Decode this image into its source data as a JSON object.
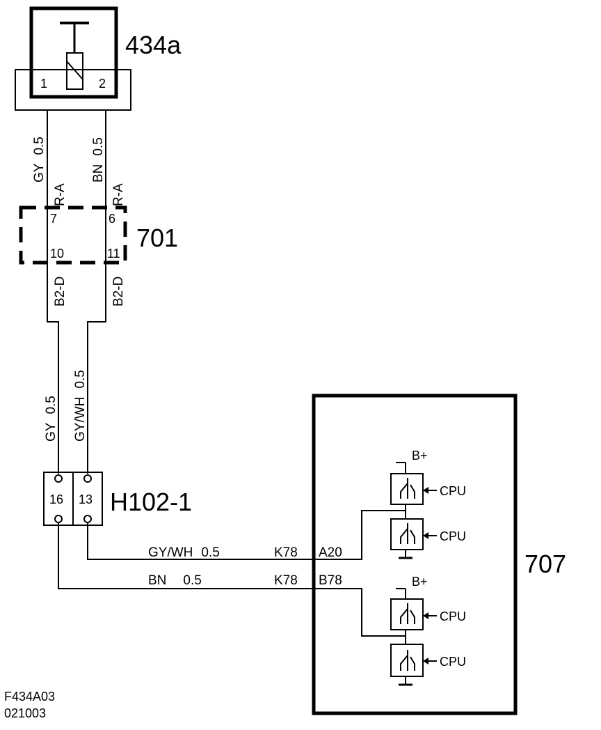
{
  "components": {
    "solenoid": {
      "id": "434a",
      "pin1": "1",
      "pin2": "2"
    },
    "connector701": {
      "id": "701",
      "pin7": "7",
      "pin6": "6",
      "pin10": "10",
      "pin11": "11",
      "top_left": "R-A",
      "top_right": "R-A",
      "bot_left": "B2-D",
      "bot_right": "B2-D"
    },
    "connectorH102": {
      "id": "H102-1",
      "pin16": "16",
      "pin13": "13"
    },
    "module707": {
      "id": "707",
      "bplus_top": "B+",
      "bplus_bottom": "B+",
      "cpu1": "CPU",
      "cpu2": "CPU",
      "cpu3": "CPU",
      "cpu4": "CPU"
    }
  },
  "wires": {
    "w1_color": "GY",
    "w1_size": "0.5",
    "w2_color": "BN",
    "w2_size": "0.5",
    "w3_color": "GY",
    "w3_size": "0.5",
    "w4_color": "GY/WH",
    "w4_size": "0.5",
    "h_top_color": "GY/WH",
    "h_top_size": "0.5",
    "h_top_conn": "K78",
    "h_top_pin": "A20",
    "h_bot_color": "BN",
    "h_bot_size": "0.5",
    "h_bot_conn": "K78",
    "h_bot_pin": "B78"
  },
  "footer": {
    "figure_id": "F434A03",
    "date_code": "021003"
  }
}
